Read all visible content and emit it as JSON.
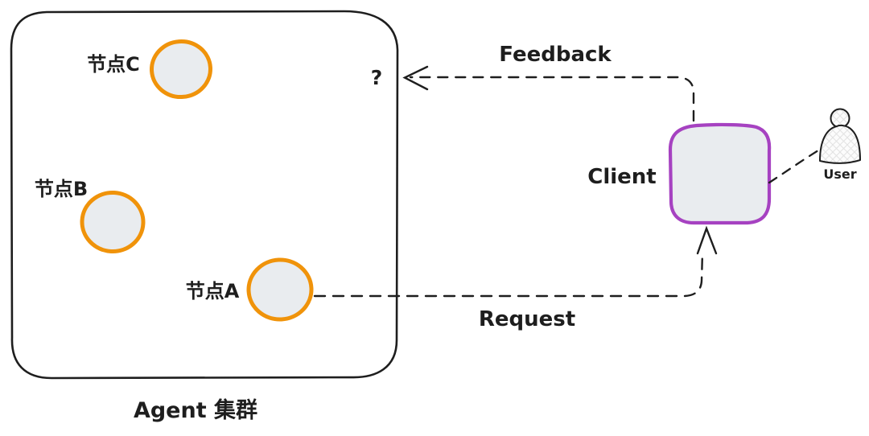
{
  "diagram": {
    "cluster": {
      "label": "Agent 集群",
      "question_mark": "?",
      "nodes": [
        {
          "id": "node-c",
          "label": "节点C"
        },
        {
          "id": "node-b",
          "label": "节点B"
        },
        {
          "id": "node-a",
          "label": "节点A"
        }
      ]
    },
    "client": {
      "label": "Client"
    },
    "user": {
      "label": "User"
    },
    "arrows": {
      "feedback_label": "Feedback",
      "request_label": "Request"
    },
    "colors": {
      "ink": "#1e1e1e",
      "node_stroke": "#f0930a",
      "node_fill": "#e9ecef",
      "client_stroke": "#a642c1",
      "client_fill": "#e9ecef"
    }
  }
}
